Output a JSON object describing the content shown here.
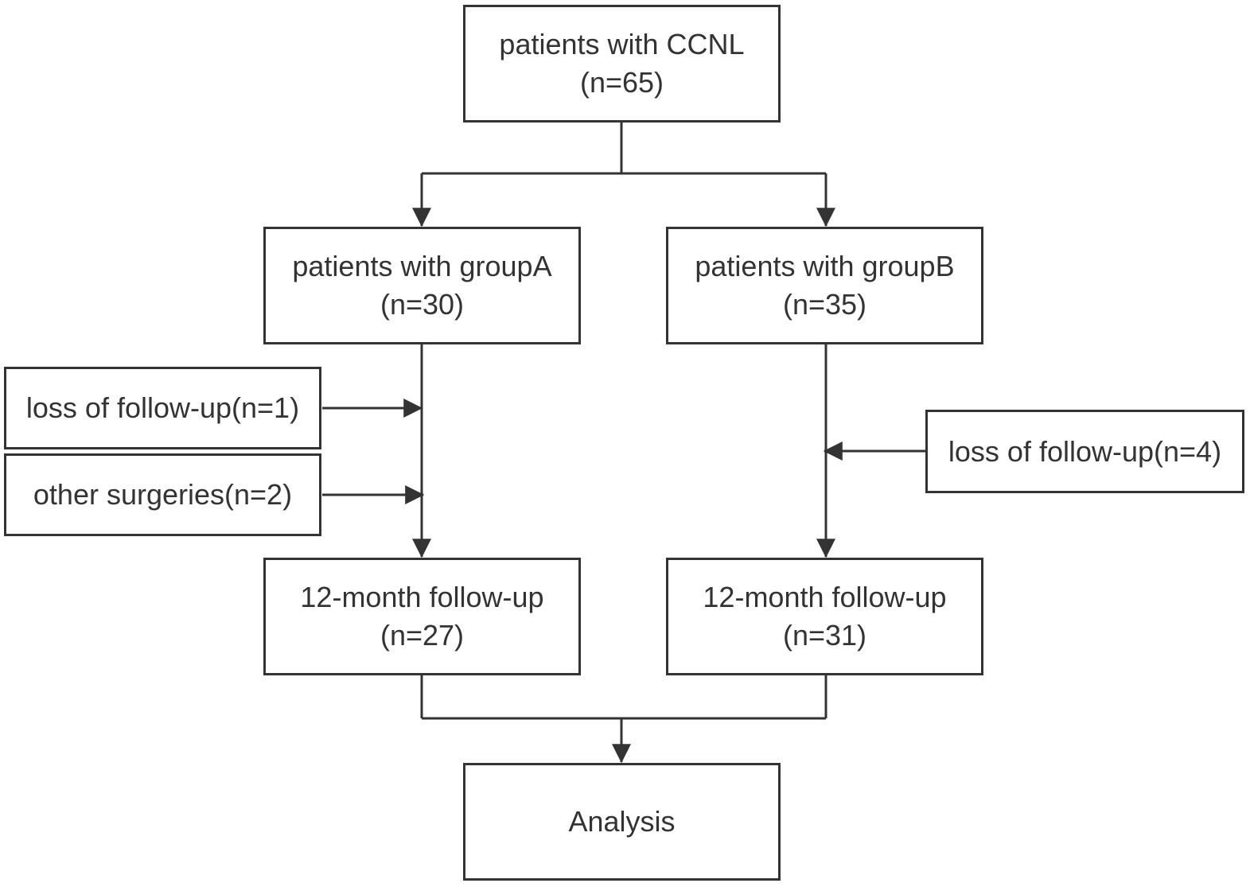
{
  "nodes": {
    "start": {
      "line1": "patients with CCNL",
      "line2": "(n=65)"
    },
    "group_a": {
      "line1": "patients with groupA",
      "line2": "(n=30)"
    },
    "group_b": {
      "line1": "patients with groupB",
      "line2": "(n=35)"
    },
    "loss_a": {
      "line1": "loss of follow-up(n=1)"
    },
    "other_a": {
      "line1": "other surgeries(n=2)"
    },
    "loss_b": {
      "line1": "loss of follow-up(n=4)"
    },
    "follow_a": {
      "line1": "12-month follow-up",
      "line2": "(n=27)"
    },
    "follow_b": {
      "line1": "12-month follow-up",
      "line2": "(n=31)"
    },
    "analysis": {
      "line1": "Analysis"
    }
  },
  "colors": {
    "stroke": "#333333",
    "text": "#333333",
    "background": "#ffffff"
  }
}
